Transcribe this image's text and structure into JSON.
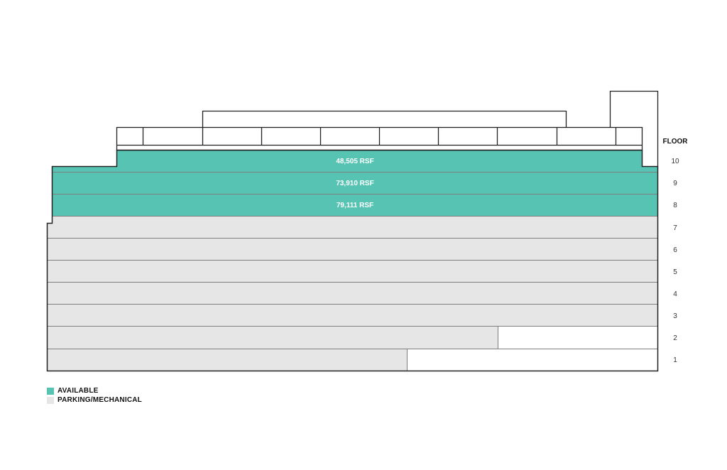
{
  "colors": {
    "available": "#57c3b3",
    "parking_mechanical": "#e6e6e6",
    "outline": "#222222",
    "divider": "#7f7f7f"
  },
  "header": {
    "floor_label": "FLOOR"
  },
  "floors": [
    {
      "floor": "10",
      "status": "available",
      "rsf_label": "48,505 RSF"
    },
    {
      "floor": "9",
      "status": "available",
      "rsf_label": "73,910 RSF"
    },
    {
      "floor": "8",
      "status": "available",
      "rsf_label": "79,111 RSF"
    },
    {
      "floor": "7",
      "status": "parking_mechanical",
      "rsf_label": ""
    },
    {
      "floor": "6",
      "status": "parking_mechanical",
      "rsf_label": ""
    },
    {
      "floor": "5",
      "status": "parking_mechanical",
      "rsf_label": ""
    },
    {
      "floor": "4",
      "status": "parking_mechanical",
      "rsf_label": ""
    },
    {
      "floor": "3",
      "status": "parking_mechanical",
      "rsf_label": ""
    },
    {
      "floor": "2",
      "status": "parking_mechanical",
      "rsf_label": ""
    },
    {
      "floor": "1",
      "status": "parking_mechanical",
      "rsf_label": ""
    }
  ],
  "legend": [
    {
      "key": "available",
      "label": "AVAILABLE"
    },
    {
      "key": "parking_mechanical",
      "label": "PARKING/MECHANICAL"
    }
  ]
}
